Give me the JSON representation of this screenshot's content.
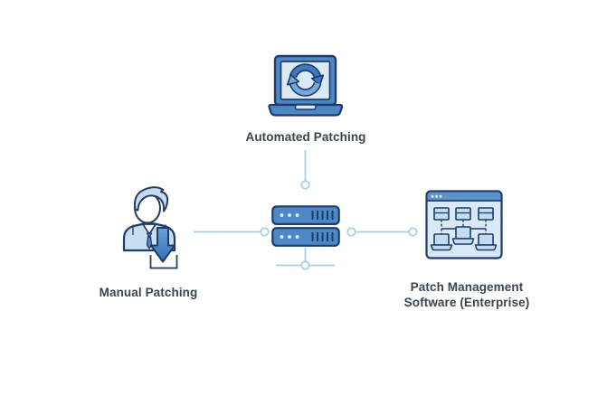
{
  "diagram": {
    "title": "",
    "nodes": {
      "automated": {
        "label": "Automated Patching",
        "icon": "laptop-sync-icon"
      },
      "manual": {
        "label": "Manual Patching",
        "icon": "user-download-icon"
      },
      "server": {
        "label": "",
        "icon": "server-stack-icon"
      },
      "software": {
        "label_line1": "Patch Management",
        "label_line2": "Software (Enterprise)",
        "icon": "window-network-icon"
      }
    },
    "edges": [
      {
        "from": "automated",
        "to": "server"
      },
      {
        "from": "manual",
        "to": "server"
      },
      {
        "from": "server",
        "to": "software"
      },
      {
        "from": "server",
        "to": "unlabeled-bottom-bus"
      }
    ],
    "colors": {
      "background": "#ffffff",
      "icon_outline": "#1d3c6b",
      "icon_fill_medium": "#4d87c6",
      "icon_fill_light": "#c8def1",
      "icon_fill_lighter": "#d9e9f7",
      "arrow_gradient_top": "#6ba2d8",
      "arrow_gradient_bottom": "#2f6fb5",
      "connector": "#a9cfe4",
      "label_text": "#3a4550"
    }
  }
}
